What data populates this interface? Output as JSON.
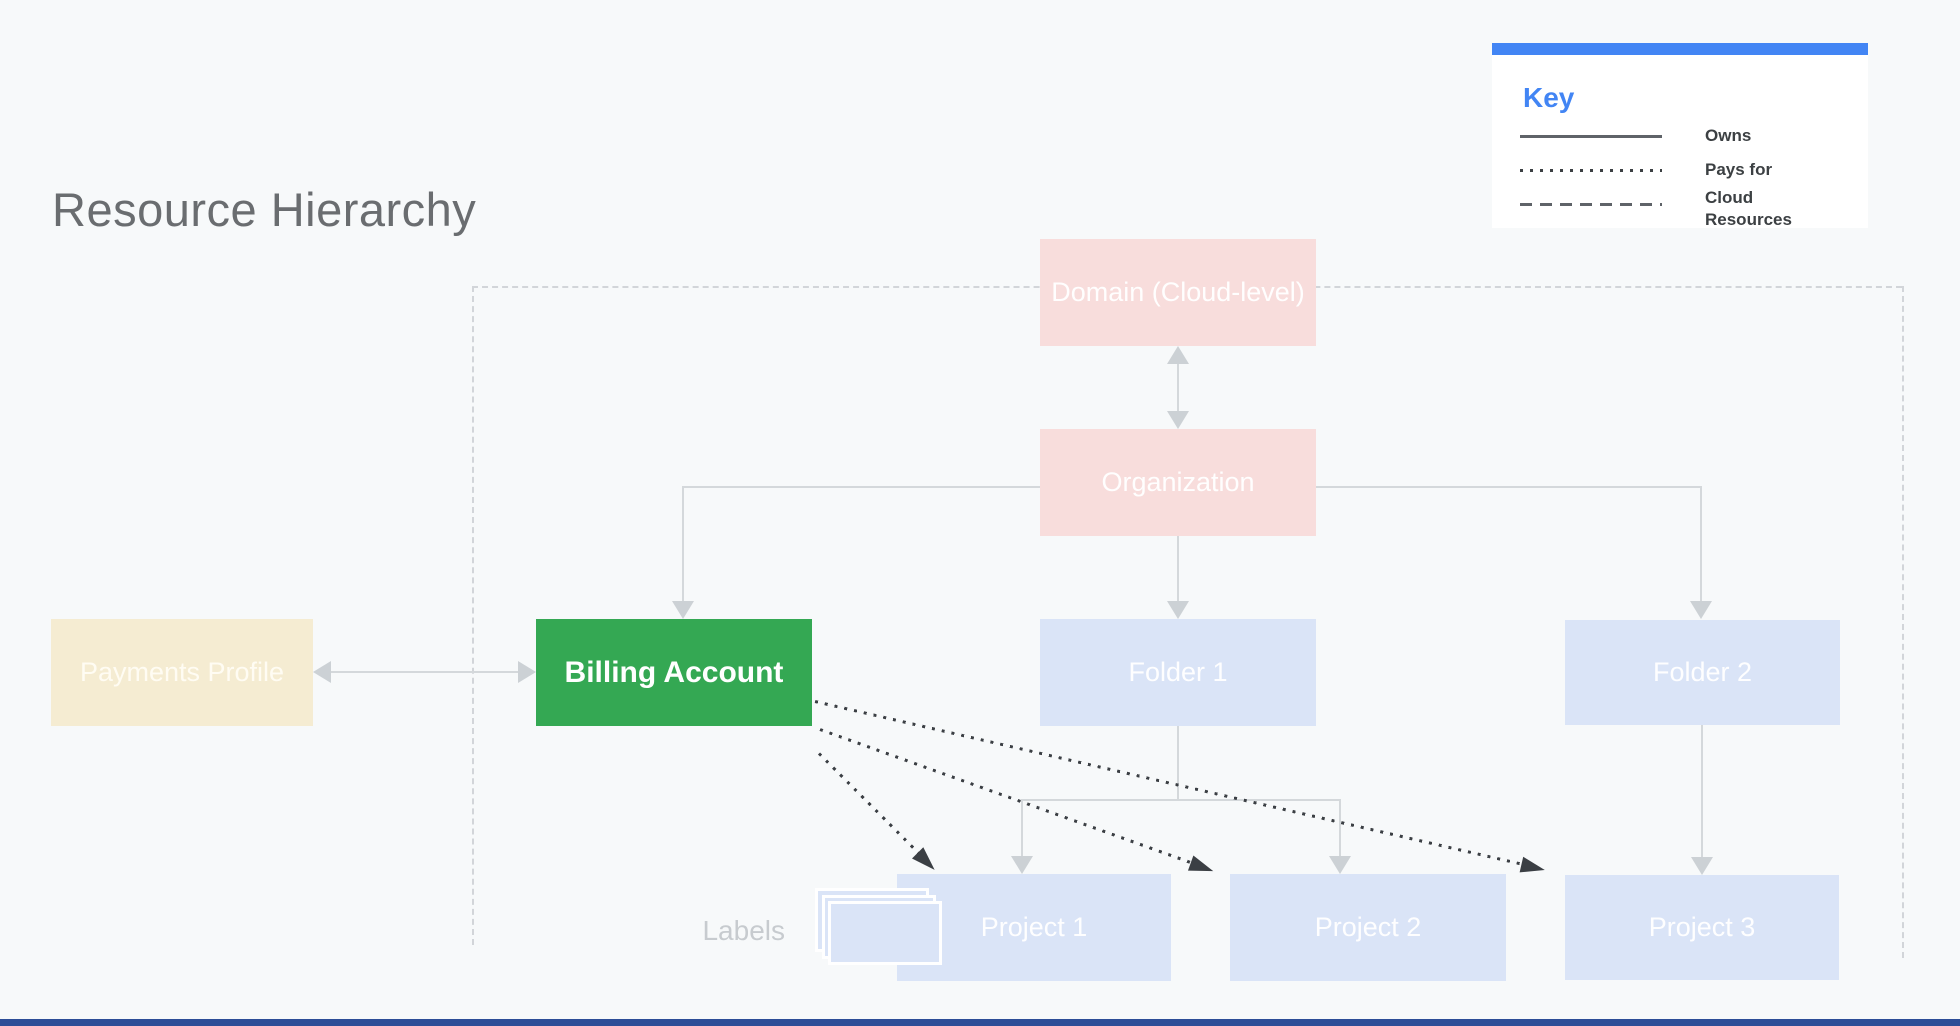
{
  "title": "Resource Hierarchy",
  "legend": {
    "title": "Key",
    "items": [
      {
        "style": "solid",
        "label": "Owns"
      },
      {
        "style": "dotted",
        "label": "Pays for"
      },
      {
        "style": "dashed",
        "label": "Cloud Resources"
      }
    ]
  },
  "nodes": {
    "domain": {
      "label": "Domain (Cloud-level)"
    },
    "organization": {
      "label": "Organization"
    },
    "payments_profile": {
      "label": "Payments Profile"
    },
    "billing_account": {
      "label": "Billing Account"
    },
    "folder1": {
      "label": "Folder 1"
    },
    "folder2": {
      "label": "Folder 2"
    },
    "project1": {
      "label": "Project 1"
    },
    "project2": {
      "label": "Project 2"
    },
    "project3": {
      "label": "Project 3"
    }
  },
  "annotations": {
    "labels_caption": "Labels"
  },
  "colors": {
    "background": "#f7f9fa",
    "accent_blue": "#4285f4",
    "node_pink": "#f8dddc",
    "node_tan": "#f5ecd2",
    "node_green": "#34a853",
    "node_blue": "#dae4f7",
    "line_gray": "#d4d8db",
    "dashed_gray": "#d2d5d9",
    "dotted_dark": "#3b3f44",
    "legend_text": "#3c4043",
    "title_text": "#6a6d70",
    "footer_blue": "#2c4d97"
  }
}
